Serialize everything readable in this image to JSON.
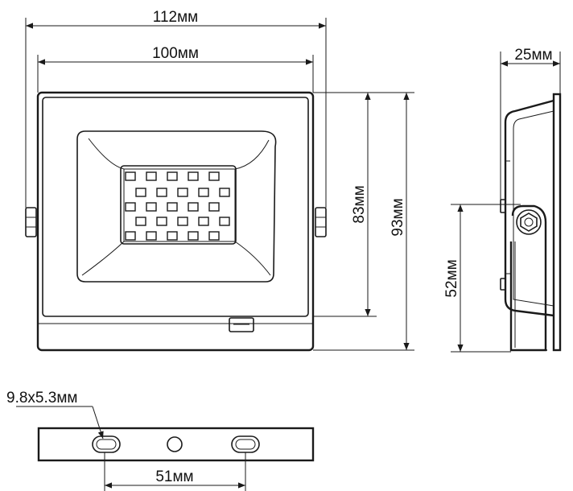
{
  "dimensions": {
    "overall_width": "112мм",
    "body_width": "100мм",
    "depth": "25мм",
    "body_height": "83мм",
    "overall_height": "93мм",
    "bracket_height": "52мм",
    "slot_size": "9.8x5.3мм",
    "hole_spacing": "51мм"
  }
}
